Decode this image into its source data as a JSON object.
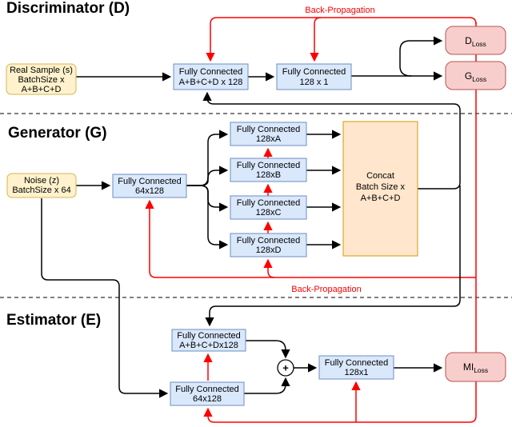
{
  "sections": {
    "discriminator": {
      "title": "Discriminator (D)"
    },
    "generator": {
      "title": "Generator (G)"
    },
    "estimator": {
      "title": "Estimator (E)"
    }
  },
  "annotations": {
    "backprop_discriminator": "Back-Propagation",
    "backprop_generator": "Back-Propagation"
  },
  "nodes": {
    "real_sample": {
      "lines": [
        "Real Sample (s)",
        "BatchSize x",
        "A+B+C+D"
      ]
    },
    "noise": {
      "lines": [
        "Noise (z)",
        "BatchSize x 64"
      ]
    },
    "disc_fc1": {
      "lines": [
        "Fully Connected",
        "A+B+C+D x 128"
      ]
    },
    "disc_fc2": {
      "lines": [
        "Fully Connected",
        "128 x 1"
      ]
    },
    "gen_fc_in": {
      "lines": [
        "Fully Connected",
        "64x128"
      ]
    },
    "gen_fc_a": {
      "lines": [
        "Fully Connected",
        "128xA"
      ]
    },
    "gen_fc_b": {
      "lines": [
        "Fully Connected",
        "128xB"
      ]
    },
    "gen_fc_c": {
      "lines": [
        "Fully Connected",
        "128xC"
      ]
    },
    "gen_fc_d": {
      "lines": [
        "Fully Connected",
        "128xD"
      ]
    },
    "concat": {
      "lines": [
        "Concat",
        "Batch Size x",
        "A+B+C+D"
      ]
    },
    "est_fc1": {
      "lines": [
        "Fully Connected",
        "A+B+C+Dx128"
      ]
    },
    "est_fc2": {
      "lines": [
        "Fully Connected",
        "64x128"
      ]
    },
    "est_fc3": {
      "lines": [
        "Fully Connected",
        "128x1"
      ]
    },
    "d_loss": {
      "main": "D",
      "sub": "Loss"
    },
    "g_loss": {
      "main": "G",
      "sub": "Loss"
    },
    "mi_loss": {
      "main": "MI",
      "sub": "Loss"
    },
    "sum_junction": {
      "symbol": "+"
    }
  },
  "colors": {
    "box_yellow_fill": "#FFF2CC",
    "box_yellow_stroke": "#D6B656",
    "box_blue_fill": "#DAE8FC",
    "box_blue_stroke": "#6C8EBF",
    "box_orange_fill": "#FFE6CC",
    "box_orange_stroke": "#D79B00",
    "box_pink_fill": "#F8CECC",
    "box_pink_stroke": "#B85450",
    "wire_black": "#000000",
    "wire_red": "#FF0000"
  }
}
